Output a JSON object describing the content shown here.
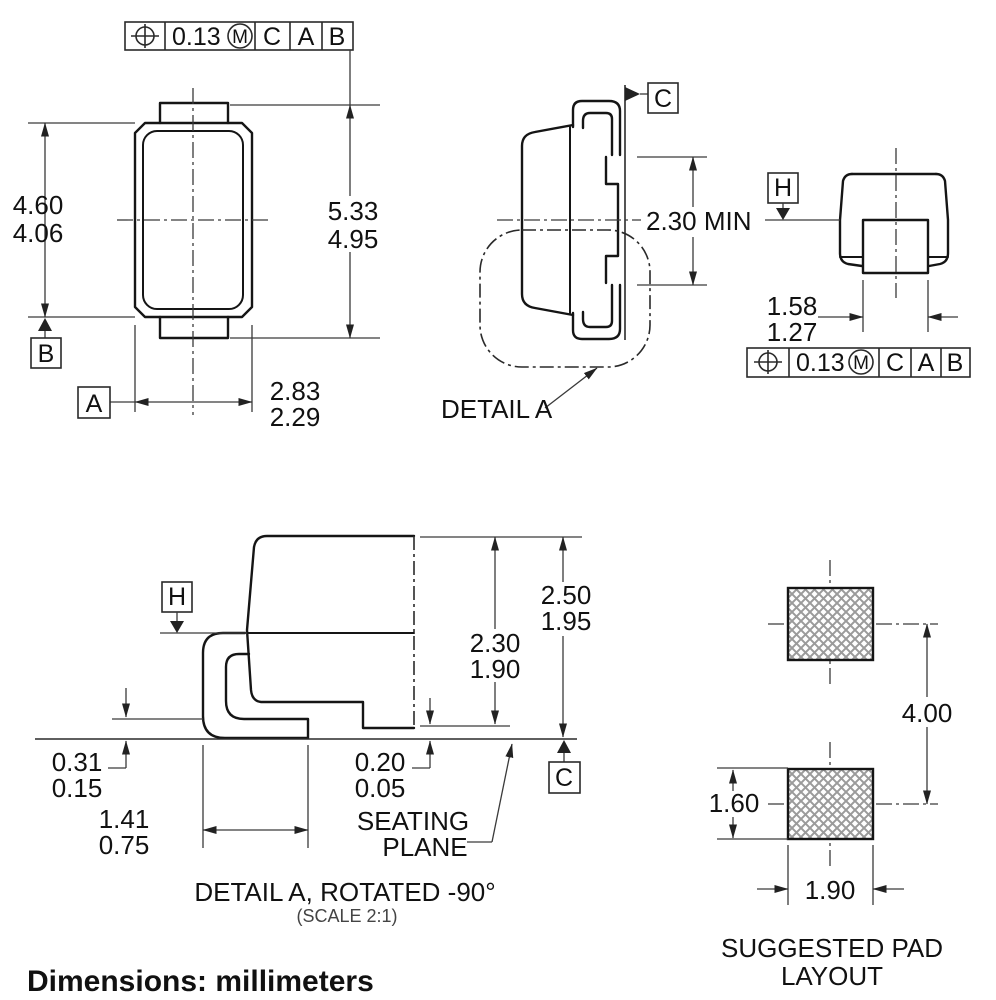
{
  "fcf": {
    "tolerance": "0.13",
    "modifier": "M",
    "datums": [
      "C",
      "A",
      "B"
    ]
  },
  "front_view": {
    "body_height": [
      "4.60",
      "4.06"
    ],
    "overall_height": [
      "5.33",
      "4.95"
    ],
    "body_width": [
      "2.83",
      "2.29"
    ],
    "datum_a": "A",
    "datum_b": "B"
  },
  "side_view": {
    "datum_c": "C",
    "contact_length": "2.30 MIN",
    "detail_callout": "DETAIL A"
  },
  "end_view": {
    "datum_h": "H",
    "terminal_width": [
      "1.58",
      "1.27"
    ]
  },
  "detail_view": {
    "datum_h": "H",
    "datum_c": "C",
    "overall_height": [
      "2.50",
      "1.95"
    ],
    "pad_height": [
      "2.30",
      "1.90"
    ],
    "lead_thickness": [
      "0.31",
      "0.15"
    ],
    "standoff": [
      "0.20",
      "0.05"
    ],
    "foot_length": [
      "1.41",
      "0.75"
    ],
    "seating_plane": [
      "SEATING",
      "PLANE"
    ],
    "title": "DETAIL A, ROTATED -90°",
    "scale_note": "(SCALE 2:1)"
  },
  "pad_layout": {
    "pad_pitch": "4.00",
    "pad_height": "1.60",
    "pad_width": "1.90",
    "title": [
      "SUGGESTED PAD",
      "LAYOUT"
    ]
  },
  "footer": {
    "units_note": "Dimensions: millimeters"
  }
}
